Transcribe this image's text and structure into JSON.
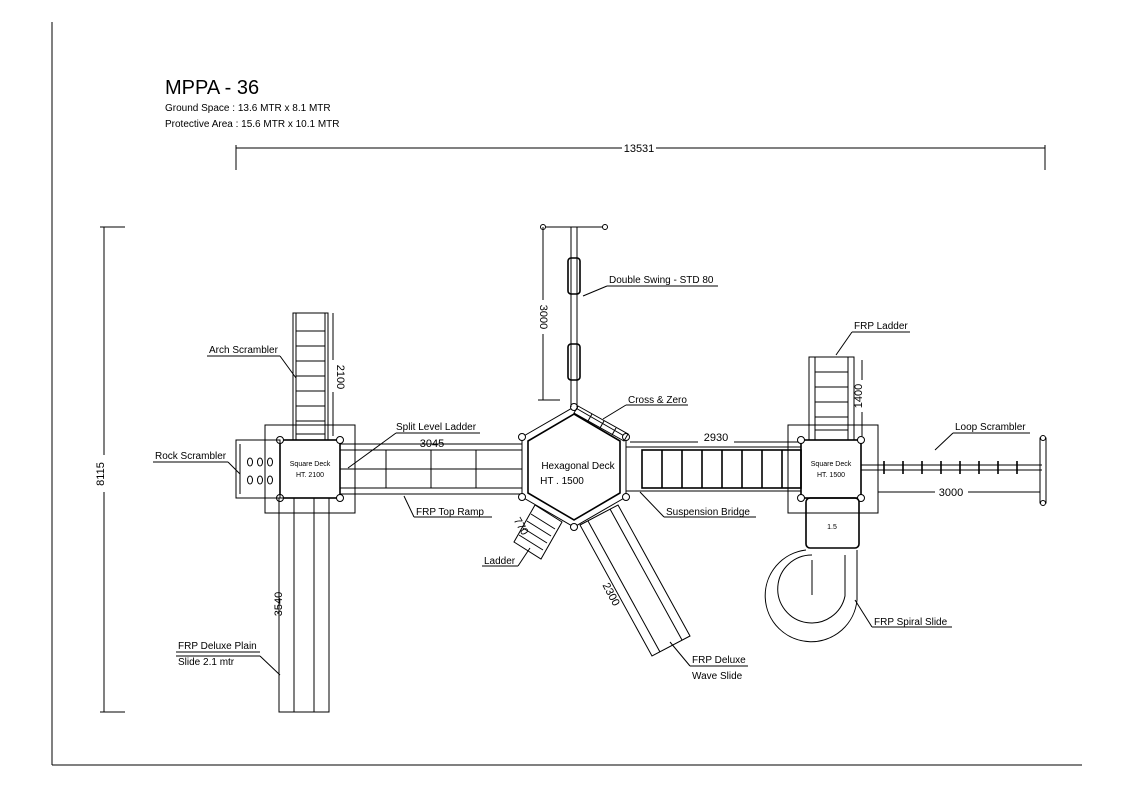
{
  "title": "MPPA - 36",
  "ground_space": "Ground Space :  13.6  MTR    x  8.1 MTR",
  "protective_area": "Protective Area :  15.6  MTR   x  10.1 MTR",
  "dimensions": {
    "overall_width": "13531",
    "overall_height": "8115",
    "swing_height": "3000",
    "arch_scrambler": "2100",
    "split_ladder_span": "3045",
    "bridge_span": "2930",
    "frp_ladder": "1400",
    "loop_scrambler": "3000",
    "plain_slide": "3540",
    "wave_slide": "2300",
    "ladder": "770"
  },
  "decks": {
    "left_name": "Square Deck",
    "left_height": "HT. 2100",
    "hex_name": "Hexagonal Deck",
    "hex_height": "HT . 1500",
    "right_name": "Square Deck",
    "right_height": "HT. 1500",
    "spiral_platform": "1.5"
  },
  "labels": {
    "double_swing": "Double  Swing - STD 80",
    "cross_zero": "Cross & Zero",
    "arch_scrambler": "Arch Scrambler",
    "frp_ladder": "FRP Ladder",
    "loop_scrambler": "Loop  Scrambler",
    "rock_scrambler": "Rock Scrambler",
    "split_level_ladder": "Split Level Ladder",
    "frp_top_ramp": "FRP Top Ramp",
    "suspension_bridge": "Suspension Bridge",
    "ladder": "Ladder",
    "frp_spiral_slide": "FRP Spiral Slide",
    "plain_slide_line1": "FRP Deluxe Plain",
    "plain_slide_line2": "Slide 2.1 mtr",
    "wave_slide_line1": "FRP Deluxe",
    "wave_slide_line2": "Wave  Slide"
  }
}
